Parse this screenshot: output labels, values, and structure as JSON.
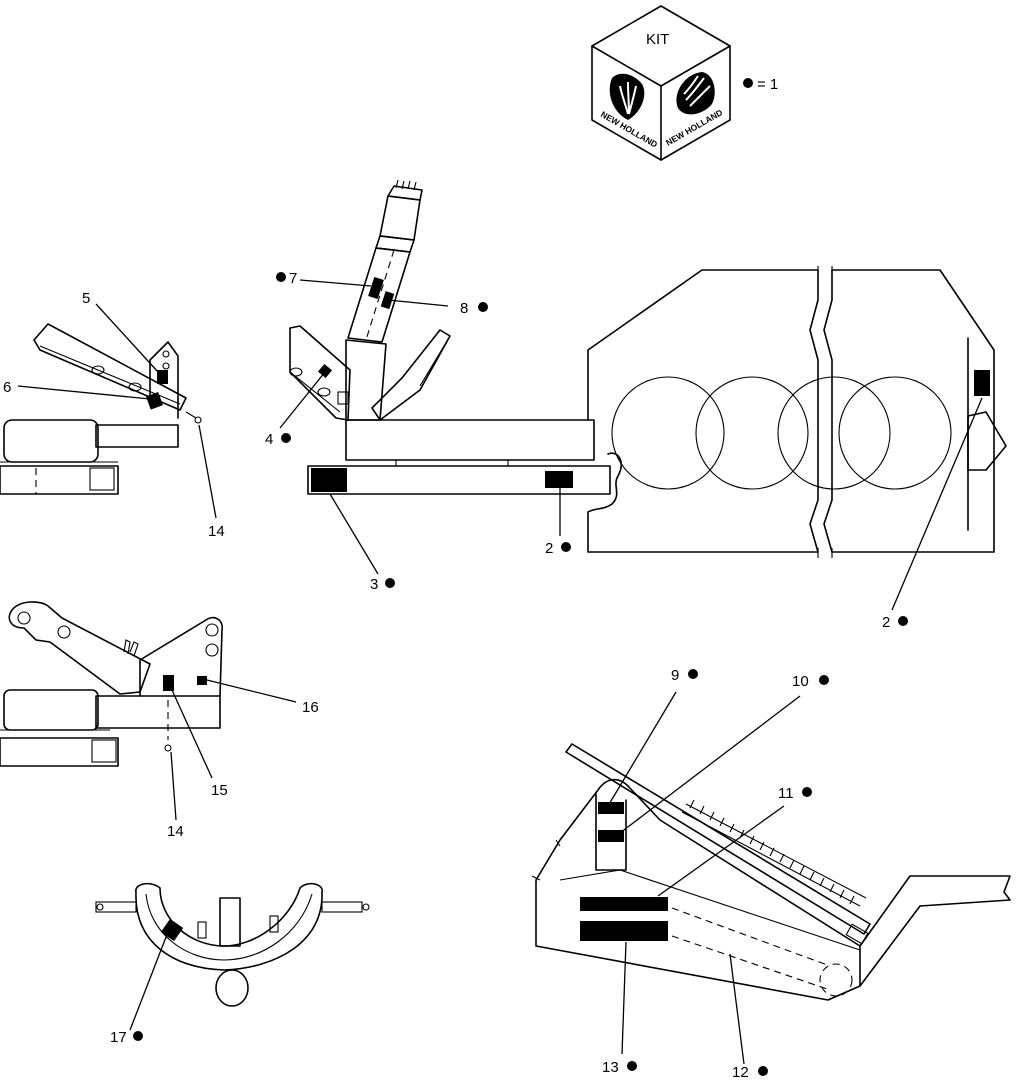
{
  "kit": {
    "label": "KIT",
    "brand_left": "NEW HOLLAND",
    "brand_right": "NEW HOLLAND",
    "legend": "= 1"
  },
  "callouts": {
    "c2a": "2",
    "c2b": "2",
    "c3": "3",
    "c4": "4",
    "c5": "5",
    "c6": "6",
    "c7": "7",
    "c8": "8",
    "c9": "9",
    "c10": "10",
    "c11": "11",
    "c12": "12",
    "c13": "13",
    "c14a": "14",
    "c14b": "14",
    "c15": "15",
    "c16": "16",
    "c17": "17"
  }
}
